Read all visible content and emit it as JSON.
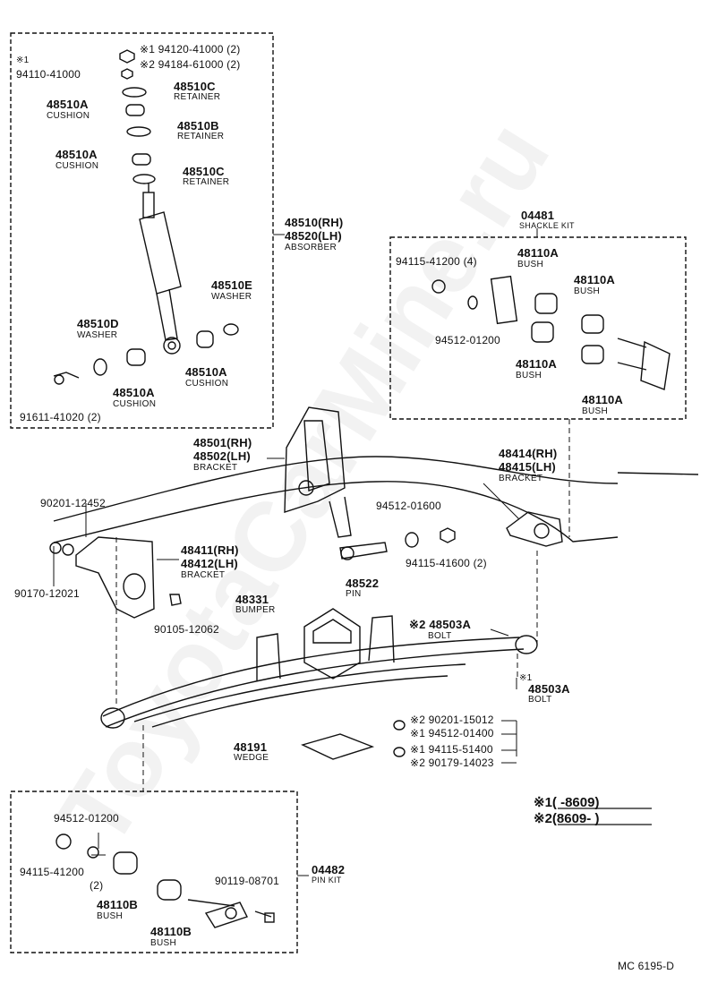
{
  "watermark": "ToyotaCarMine.ru",
  "footer_code": "MC 6195-D",
  "legend": {
    "note1": "※1(        -8609)",
    "note2": "※2(8609-         )"
  },
  "shock_box": {
    "l_941204": "※1 94120-41000 (2)",
    "l_941846": "※2 94184-61000 (2)",
    "l_star1": "※1",
    "l_941104": "94110-41000",
    "l_48510C_a": "48510C",
    "l_retainer_a": "RETAINER",
    "l_48510A_a": "48510A",
    "l_cushion_a": "CUSHION",
    "l_48510B": "48510B",
    "l_retainer_b": "RETAINER",
    "l_48510A_b": "48510A",
    "l_cushion_b": "CUSHION",
    "l_48510C_b": "48510C",
    "l_retainer_c": "RETAINER",
    "l_48510": "48510(RH)",
    "l_48520": "48520(LH)",
    "l_absorber": "ABSORBER",
    "l_48510E": "48510E",
    "l_washer_e": "WASHER",
    "l_48510D": "48510D",
    "l_washer_d": "WASHER",
    "l_48510A_c": "48510A",
    "l_cushion_c": "CUSHION",
    "l_48510A_d": "48510A",
    "l_cushion_d": "CUSHION",
    "l_916114": "91611-41020 (2)"
  },
  "shackle_box": {
    "l_04481": "04481",
    "l_shackle_kit": "SHACKLE KIT",
    "l_941154_2": "94115-41200 (4)",
    "l_48110A_a": "48110A",
    "l_bush_a": "BUSH",
    "l_48110A_b": "48110A",
    "l_bush_b": "BUSH",
    "l_945120_12": "94512-01200",
    "l_48110A_c": "48110A",
    "l_bush_c": "BUSH",
    "l_48110A_d": "48110A",
    "l_bush_d": "BUSH"
  },
  "main": {
    "l_48501": "48501(RH)",
    "l_48502": "48502(LH)",
    "l_bracket_a": "BRACKET",
    "l_48414": "48414(RH)",
    "l_48415": "48415(LH)",
    "l_bracket_b": "BRACKET",
    "l_902011": "90201-12452",
    "l_945120_16": "94512-01600",
    "l_48411": "48411(RH)",
    "l_48412": "48412(LH)",
    "l_bracket_c": "BRACKET",
    "l_941154_16": "94115-41600 (2)",
    "l_901701": "90170-12021",
    "l_48522": "48522",
    "l_pin": "PIN",
    "l_901051": "90105-12062",
    "l_48331": "48331",
    "l_bumper": "BUMPER",
    "l_48503A_a": "※2 48503A",
    "l_bolt_a": "BOLT",
    "l_star1b": "※1",
    "l_48503A_b": "48503A",
    "l_bolt_b": "BOLT",
    "l_902011_5": "※2 90201-15012",
    "l_945120_14": "※1 94512-01400",
    "l_48191": "48191",
    "l_wedge": "WEDGE",
    "l_941155": "※1 94115-51400",
    "l_901791": "※2 90179-14023"
  },
  "pin_box": {
    "l_945120_12b": "94512-01200",
    "l_941154_2b": "94115-41200",
    "l_qty2": "(2)",
    "l_48110B_a": "48110B",
    "l_bush_e": "BUSH",
    "l_48110B_b": "48110B",
    "l_bush_f": "BUSH",
    "l_901190": "90119-08701",
    "l_04482": "04482",
    "l_pin_kit": "PIN KIT"
  }
}
